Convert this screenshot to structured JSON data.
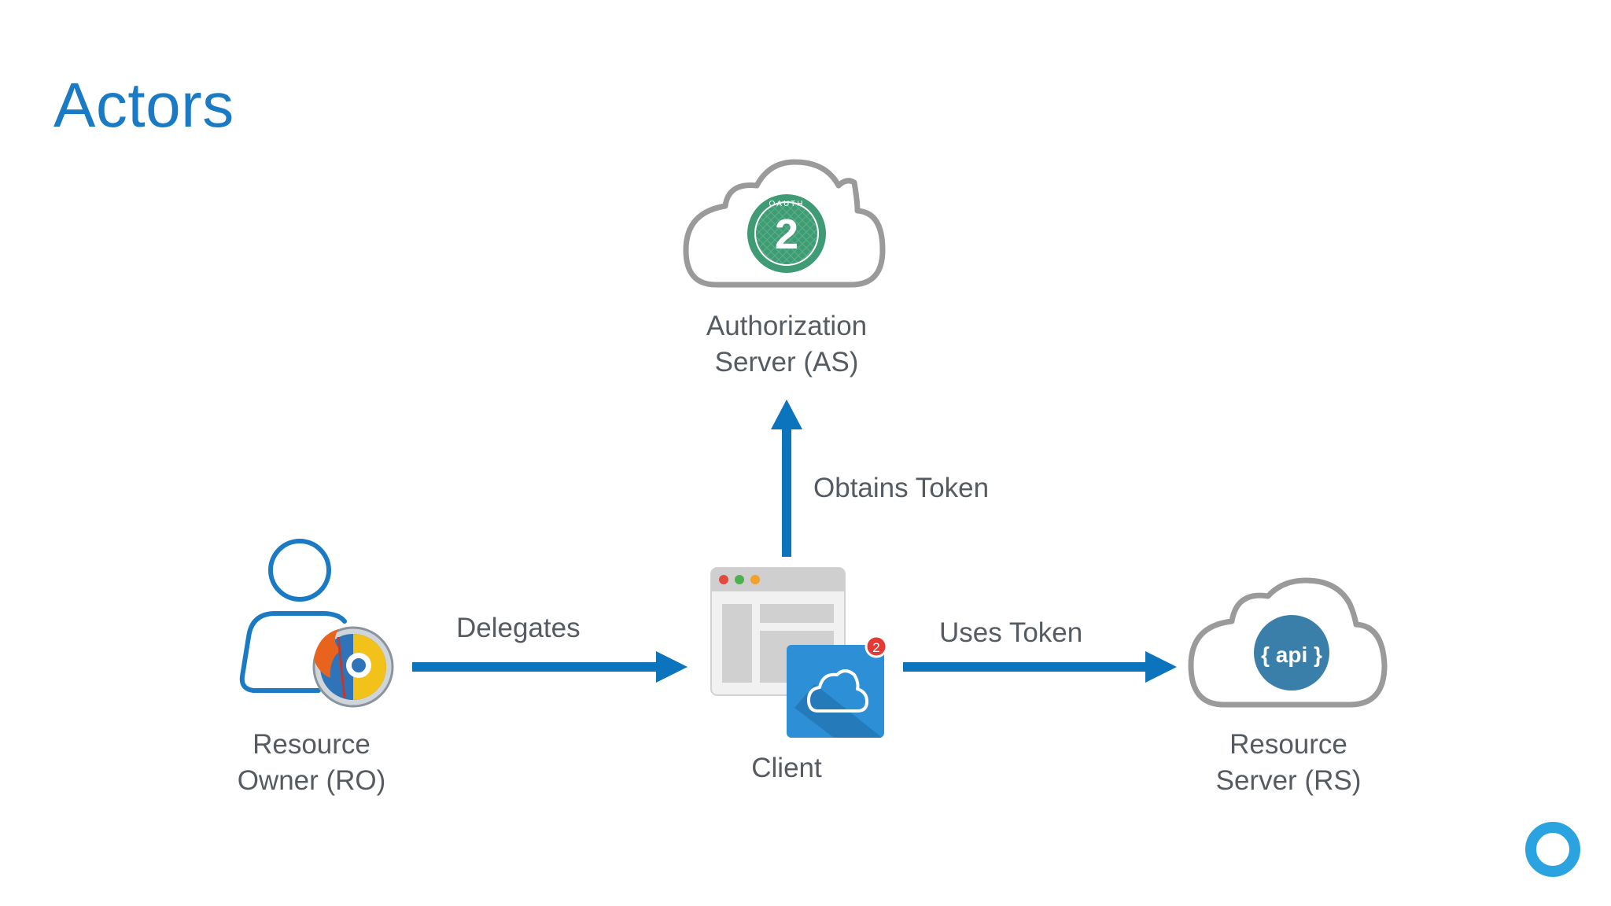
{
  "slide": {
    "title": "Actors"
  },
  "nodes": {
    "authorization_server": {
      "line1": "Authorization",
      "line2": "Server (AS)"
    },
    "resource_owner": {
      "line1": "Resource",
      "line2": "Owner (RO)"
    },
    "client": {
      "label": "Client"
    },
    "resource_server": {
      "line1": "Resource",
      "line2": "Server (RS)"
    }
  },
  "edges": {
    "delegates": "Delegates",
    "obtains_token": "Obtains Token",
    "uses_token": "Uses Token"
  },
  "badges": {
    "oauth_number": "2",
    "oauth_ring_text": "OAUTH",
    "api_text": "{ api }",
    "client_notification_count": "2"
  },
  "colors": {
    "accent": "#1a7bc4",
    "arrow": "#0c73bd",
    "text": "#555b61",
    "cloud_stroke": "#9a9a9a",
    "oauth_green": "#3e9b73",
    "api_blue": "#3a7faa",
    "app_tile": "#2d8fd5",
    "badge_red": "#e53935"
  }
}
